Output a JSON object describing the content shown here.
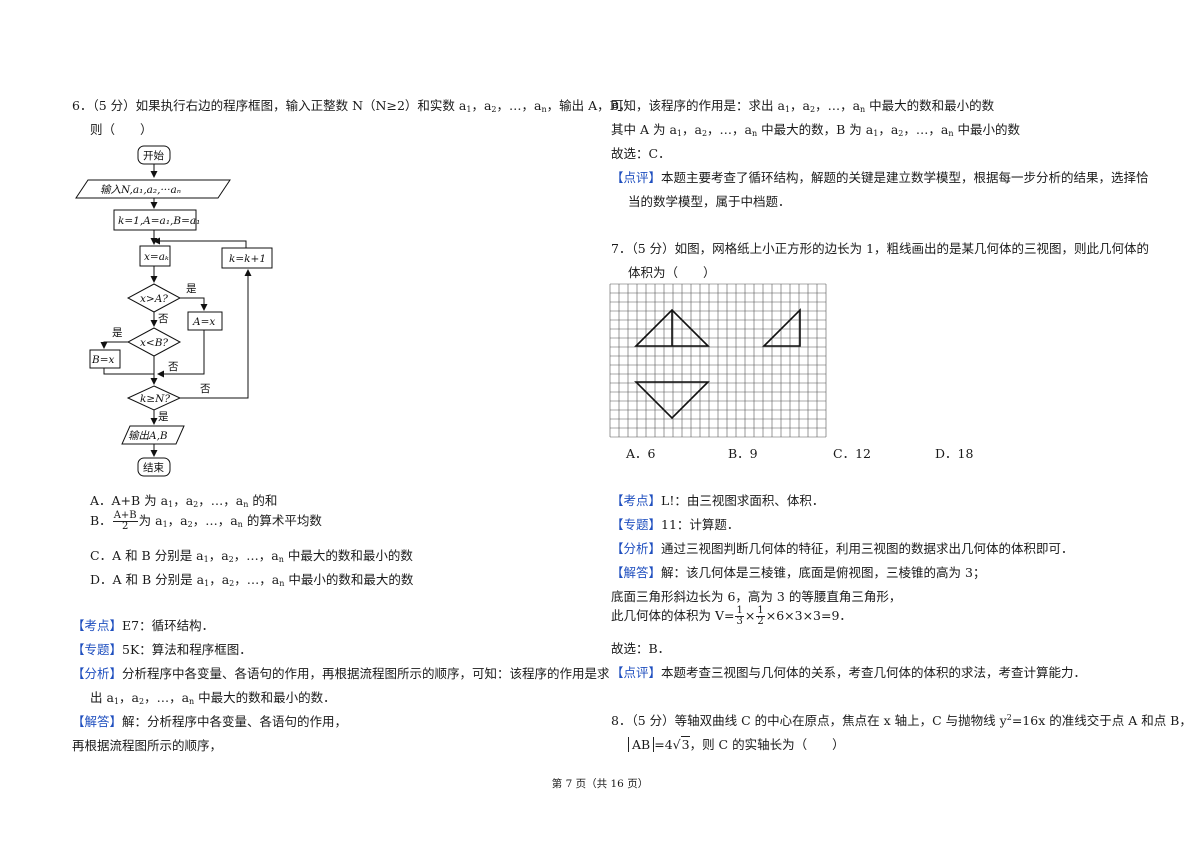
{
  "left": {
    "q6": {
      "line1": "6．（5 分）如果执行右边的程序框图，输入正整数 N（N≥2）和实数 a",
      "line1_subs": [
        "1",
        "2",
        "n"
      ],
      "line1_tail": "，输出 A，B，",
      "line2": "则（　　）"
    },
    "flow": {
      "start": "开始",
      "input": "输入N,a₁,a₂,···aₙ",
      "init": "k=1,A=a₁,B=a₁",
      "assign": "x=aₖ",
      "inc": "k=k+1",
      "cond1": "x>A?",
      "cond2": "x<B?",
      "cond3": "k≥N?",
      "setA": "A=x",
      "setB": "B=x",
      "yes": "是",
      "no": "否",
      "output": "输出A,B",
      "end": "结束"
    },
    "options": {
      "A": "A．A+B 为 a",
      "A_tail": "的和",
      "B_prefix": "B．",
      "B_num": "A+B",
      "B_den": "2",
      "B_tail": "的算术平均数",
      "C": "C．A 和 B 分别是 a",
      "C_tail": "中最大的数和最小的数",
      "D": "D．A 和 B 分别是 a",
      "D_tail": "中最小的数和最大的数",
      "seq_mid": "，a",
      "seq_end": "，…，a"
    },
    "analysis": {
      "kaodian_tag": "【考点】",
      "kaodian": "E7：循环结构．",
      "zhuanti_tag": "【专题】",
      "zhuanti": "5K：算法和程序框图．",
      "fenxi_tag": "【分析】",
      "fenxi1": "分析程序中各变量、各语句的作用，再根据流程图所示的顺序，可知：该程序的作用是求",
      "fenxi2_a": "出 a",
      "fenxi2_b": "中最大的数和最小的数．",
      "jieda_tag": "【解答】",
      "jieda1": "解：分析程序中各变量、各语句的作用，",
      "jieda2": "再根据流程图所示的顺序，"
    }
  },
  "right": {
    "p1": "可知，该程序的作用是：求出 a",
    "p1_tail": "中最大的数和最小的数",
    "p2_a": "其中 A 为 a",
    "p2_b": "中最大的数，B 为 a",
    "p2_c": "中最小的数",
    "p3": "故选：C．",
    "dianping_tag": "【点评】",
    "dianping1": "本题主要考查了循环结构，解题的关键是建立数学模型，根据每一步分析的结果，选择恰",
    "dianping2": "当的数学模型，属于中档题．",
    "q7_line1": "7．（5 分）如图，网格纸上小正方形的边长为 1，粗线画出的是某几何体的三视图，则此几何体的",
    "q7_line2": "体积为（　　）",
    "q7_options": [
      "A．6",
      "B．9",
      "C．12",
      "D．18"
    ],
    "kaodian_tag": "【考点】",
    "kaodian": "L!：由三视图求面积、体积．",
    "zhuanti_tag": "【专题】",
    "zhuanti": "11：计算题．",
    "fenxi_tag": "【分析】",
    "fenxi": "通过三视图判断几何体的特征，利用三视图的数据求出几何体的体积即可．",
    "jieda_tag": "【解答】",
    "jieda1": "解：该几何体是三棱锥，底面是俯视图，三棱锥的高为 3；",
    "jieda2": "底面三角形斜边长为 6，高为 3 的等腰直角三角形，",
    "jieda3_a": "此几何体的体积为 V=",
    "frac1_n": "1",
    "frac1_d": "3",
    "times": "×",
    "frac2_n": "1",
    "frac2_d": "2",
    "jieda3_b": "×6×3×3=9．",
    "jieda4": "故选：B．",
    "dianping": "本题考查三视图与几何体的关系，考查几何体的体积的求法，考查计算能力．",
    "q8_line1_a": "8．（5 分）等轴双曲线 C 的中心在原点，焦点在 x 轴上，C 与抛物线 y",
    "q8_sup": "2",
    "q8_line1_b": "=16x 的准线交于点 A 和点 B，",
    "q8_ab": "AB",
    "q8_eq": "=4",
    "q8_sqrt": "3",
    "q8_line2_tail": "，则 C 的实轴长为（　　）"
  },
  "footer": "第 7 页（共 16 页）",
  "subs": {
    "s1": "1",
    "s2": "2",
    "sn": "n"
  }
}
